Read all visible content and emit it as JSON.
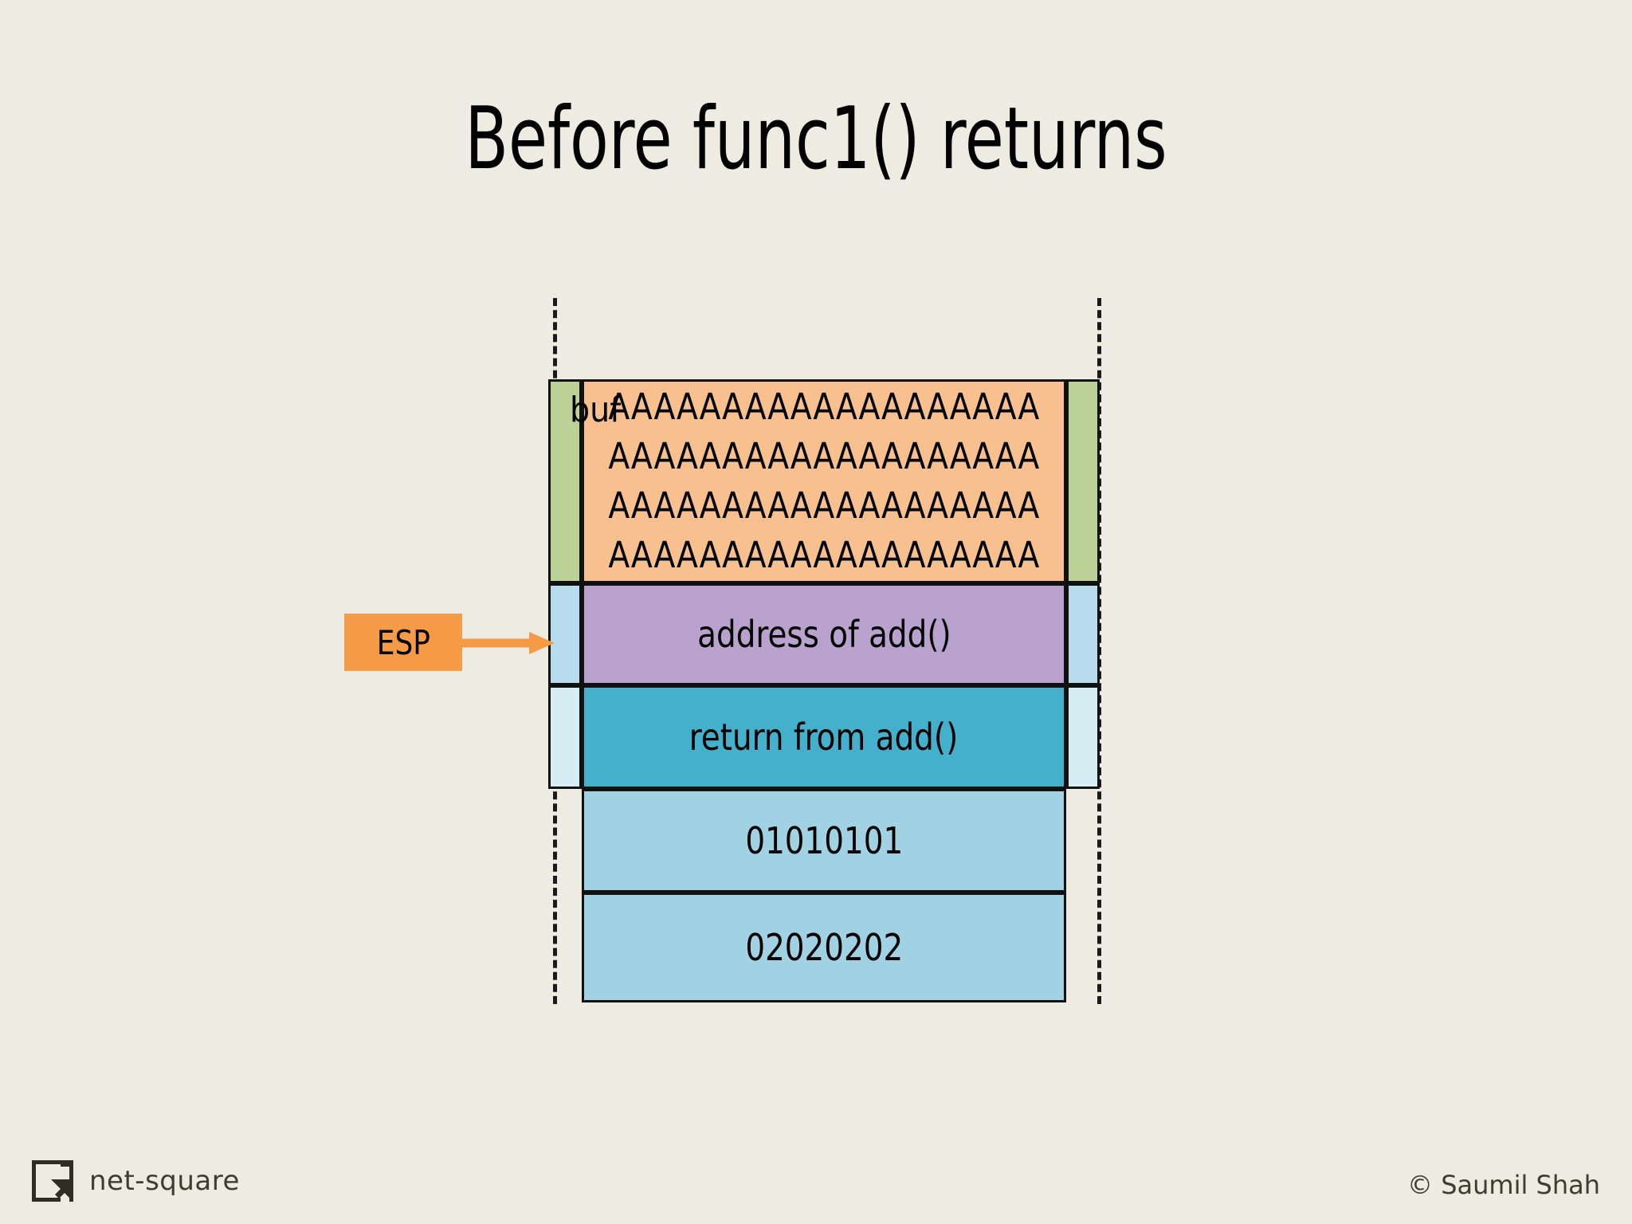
{
  "slide": {
    "title": "Before func1() returns",
    "background_color": "#EEEBE3"
  },
  "diagram": {
    "type": "stack-layout-diagram",
    "buffer_label": "buf",
    "buffer_fill_lines": [
      "AAAAAAAAAAAAAAAAAAA",
      "AAAAAAAAAAAAAAAAAAA",
      "AAAAAAAAAAAAAAAAAAA",
      "AAAAAAAAAAAAAAAAAAA"
    ],
    "rows": [
      {
        "name": "buffer",
        "label": "",
        "fill": "#F8BF8F",
        "strip_fill": "#BCD196"
      },
      {
        "name": "saved-eip",
        "label": "address of add()",
        "fill": "#B9A3CE",
        "strip_fill": "#B7DCEE"
      },
      {
        "name": "return-addr",
        "label": "return from add()",
        "fill": "#45B0CB",
        "strip_fill": "#D6EDF4"
      },
      {
        "name": "arg1",
        "label": "01010101",
        "fill": "#A0D2E4",
        "strip_fill": ""
      },
      {
        "name": "arg2",
        "label": "02020202",
        "fill": "#A0D2E4",
        "strip_fill": ""
      }
    ],
    "pointer": {
      "label": "ESP",
      "badge_color": "#F59A47",
      "arrow_color": "#F59A47",
      "points_to": "address of add()"
    }
  },
  "footer": {
    "brand": "net-square",
    "brand_color": "#3E3E2C",
    "copyright": "© Saumil Shah"
  }
}
